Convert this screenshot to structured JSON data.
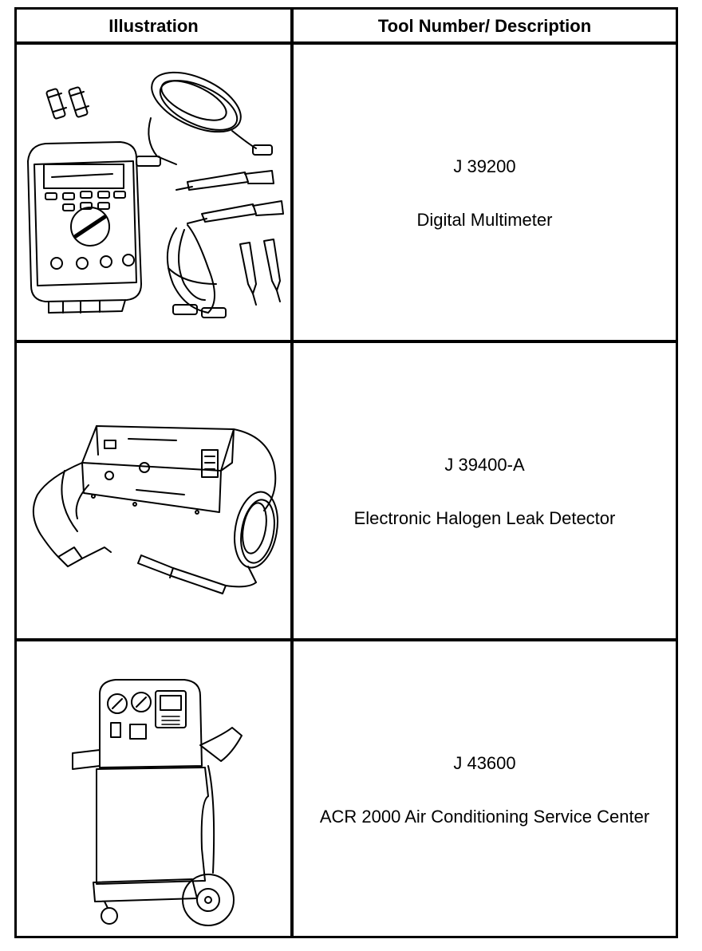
{
  "table": {
    "headers": [
      "Illustration",
      "Tool Number/ Description"
    ],
    "rows": [
      {
        "tool_number": "J 39200",
        "description": "Digital Multimeter",
        "illustration": "digital-multimeter-drawing"
      },
      {
        "tool_number": "J 39400-A",
        "description": "Electronic Halogen Leak Detector",
        "illustration": "leak-detector-drawing"
      },
      {
        "tool_number": "J 43600",
        "description": "ACR 2000 Air Conditioning Service Center",
        "illustration": "ac-service-center-drawing"
      }
    ]
  }
}
